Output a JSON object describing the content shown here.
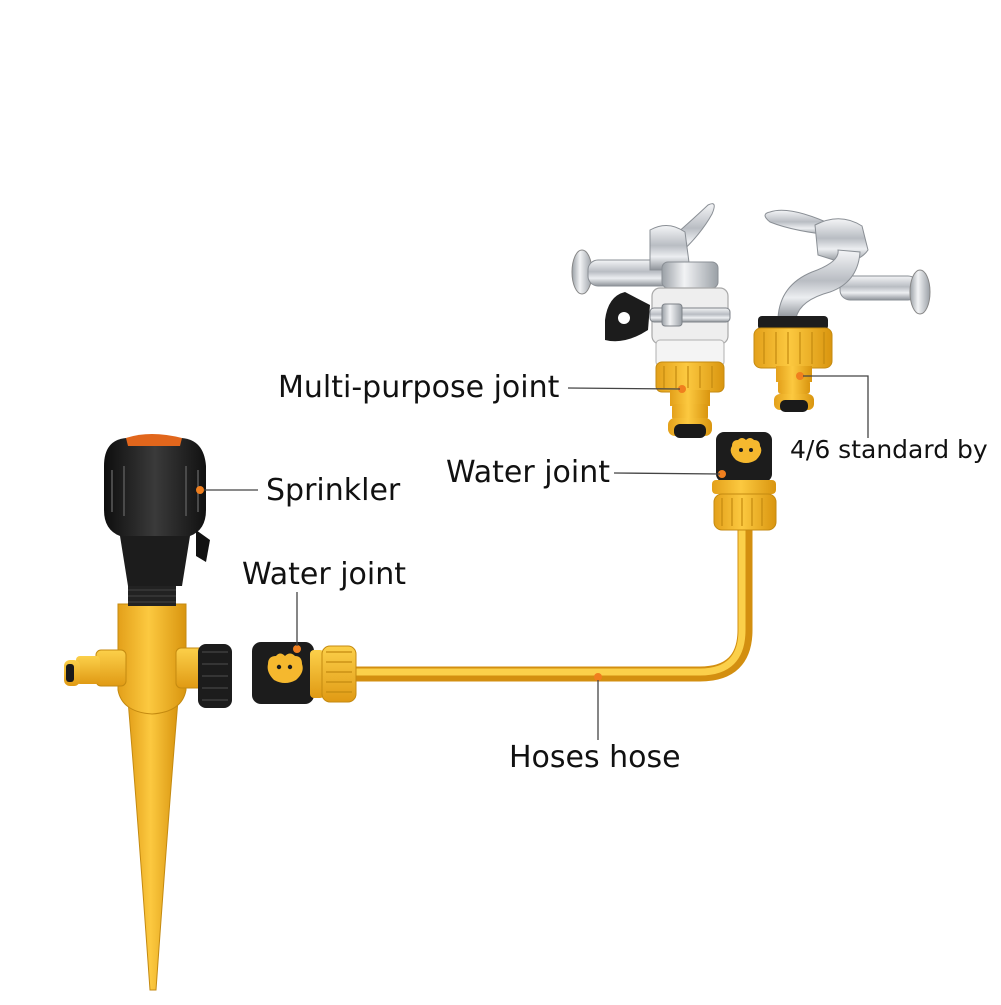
{
  "labels": {
    "multi_purpose_joint": "Multi-purpose joint",
    "standard": "4/6 standard by",
    "water_joint_upper": "Water joint",
    "sprinkler": "Sprinkler",
    "water_joint_lower": "Water joint",
    "hoses_hose": "Hoses hose"
  },
  "colors": {
    "yellow": "#f5b82e",
    "yellow_dark": "#d99a12",
    "black": "#1e1e1e",
    "orange_dot": "#f07f1e",
    "chrome": "#c9ccd1",
    "leader_line": "#444444"
  }
}
